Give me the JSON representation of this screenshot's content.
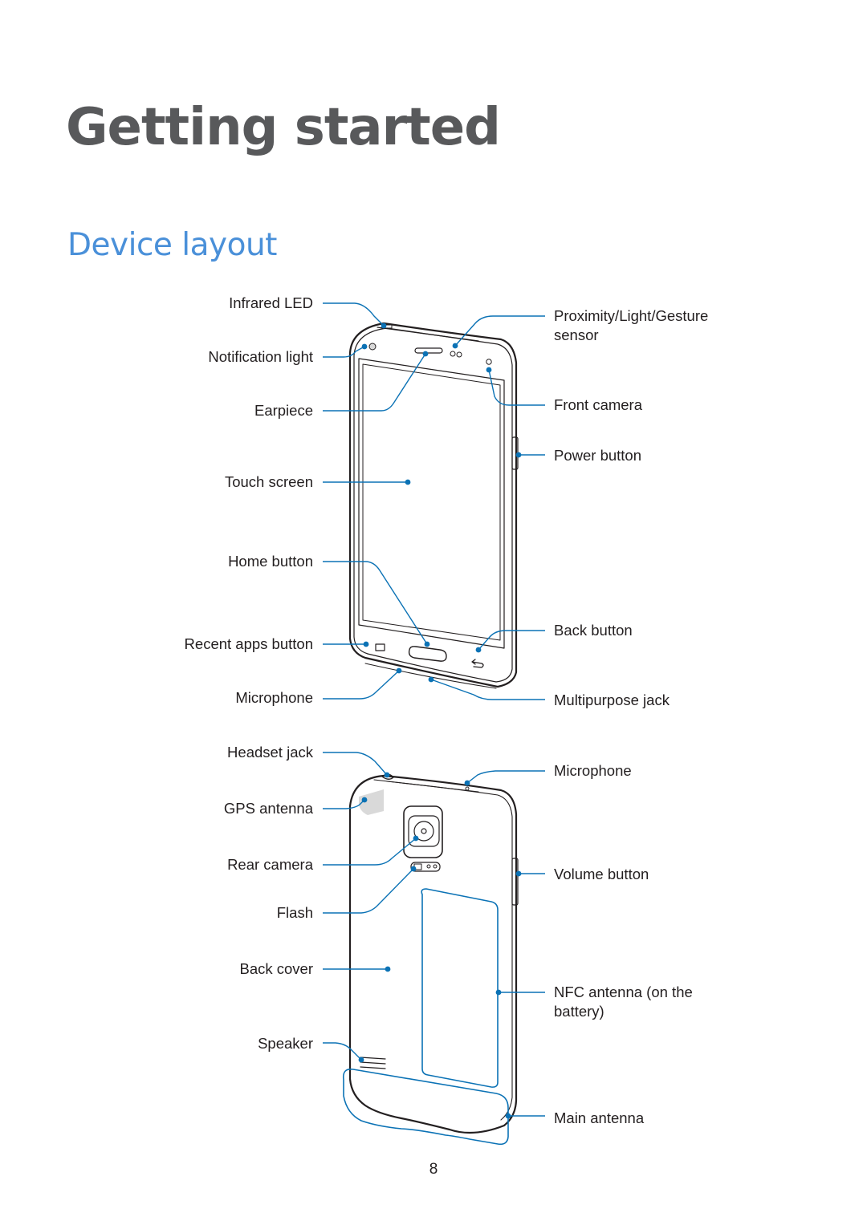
{
  "chapter_title": "Getting started",
  "section_title": "Device layout",
  "page_number": "8",
  "colors": {
    "callout": "#0b72b5",
    "device_outline": "#231f20",
    "section_title": "#4a90d9",
    "chapter_title": "#58595b"
  },
  "front_labels": {
    "infrared_led": "Infrared LED",
    "notification_light": "Notification light",
    "earpiece": "Earpiece",
    "touch_screen": "Touch screen",
    "home_button": "Home button",
    "recent_apps_button": "Recent apps button",
    "microphone": "Microphone",
    "proximity_sensor_line1": "Proximity/Light/Gesture",
    "proximity_sensor_line2": "sensor",
    "front_camera": "Front camera",
    "power_button": "Power button",
    "back_button": "Back button",
    "multipurpose_jack": "Multipurpose jack"
  },
  "back_labels": {
    "headset_jack": "Headset jack",
    "gps_antenna": "GPS antenna",
    "rear_camera": "Rear camera",
    "flash": "Flash",
    "back_cover": "Back cover",
    "speaker": "Speaker",
    "microphone": "Microphone",
    "volume_button": "Volume button",
    "nfc_antenna_line1": "NFC antenna (on the",
    "nfc_antenna_line2": "battery)",
    "main_antenna": "Main antenna"
  }
}
